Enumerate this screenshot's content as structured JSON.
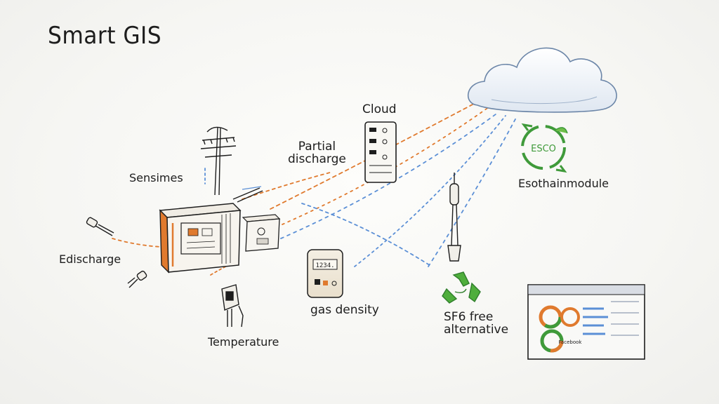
{
  "title": "Smart GIS",
  "labels": {
    "sensors": "Sensimes",
    "partial_discharge": [
      "Partial",
      "discharge"
    ],
    "cloud": "Cloud",
    "eco_module": "Esothainmodule",
    "eco_badge": "ESCO",
    "discharge": "Edischarge",
    "temperature": "Temperature",
    "gas_density": "gas density",
    "gas_gauge_text": "1234.",
    "sf6": [
      "SF6 free",
      "alternative"
    ],
    "dashboard_badge": "Facebook"
  },
  "colors": {
    "ink": "#1d1d1d",
    "accent_orange": "#e07a2e",
    "accent_blue": "#5b8fd6",
    "eco_green": "#3f9a3a"
  },
  "icons": [
    "power-pole-icon",
    "switchgear-cabinet-icon",
    "transformer-box-icon",
    "microphone-sensor-icon",
    "temperature-sensor-icon",
    "gas-density-meter-icon",
    "server-rack-icon",
    "cloud-icon",
    "eco-recycle-badge-icon",
    "antenna-sensor-icon",
    "recycle-icon",
    "dashboard-screen-icon"
  ]
}
